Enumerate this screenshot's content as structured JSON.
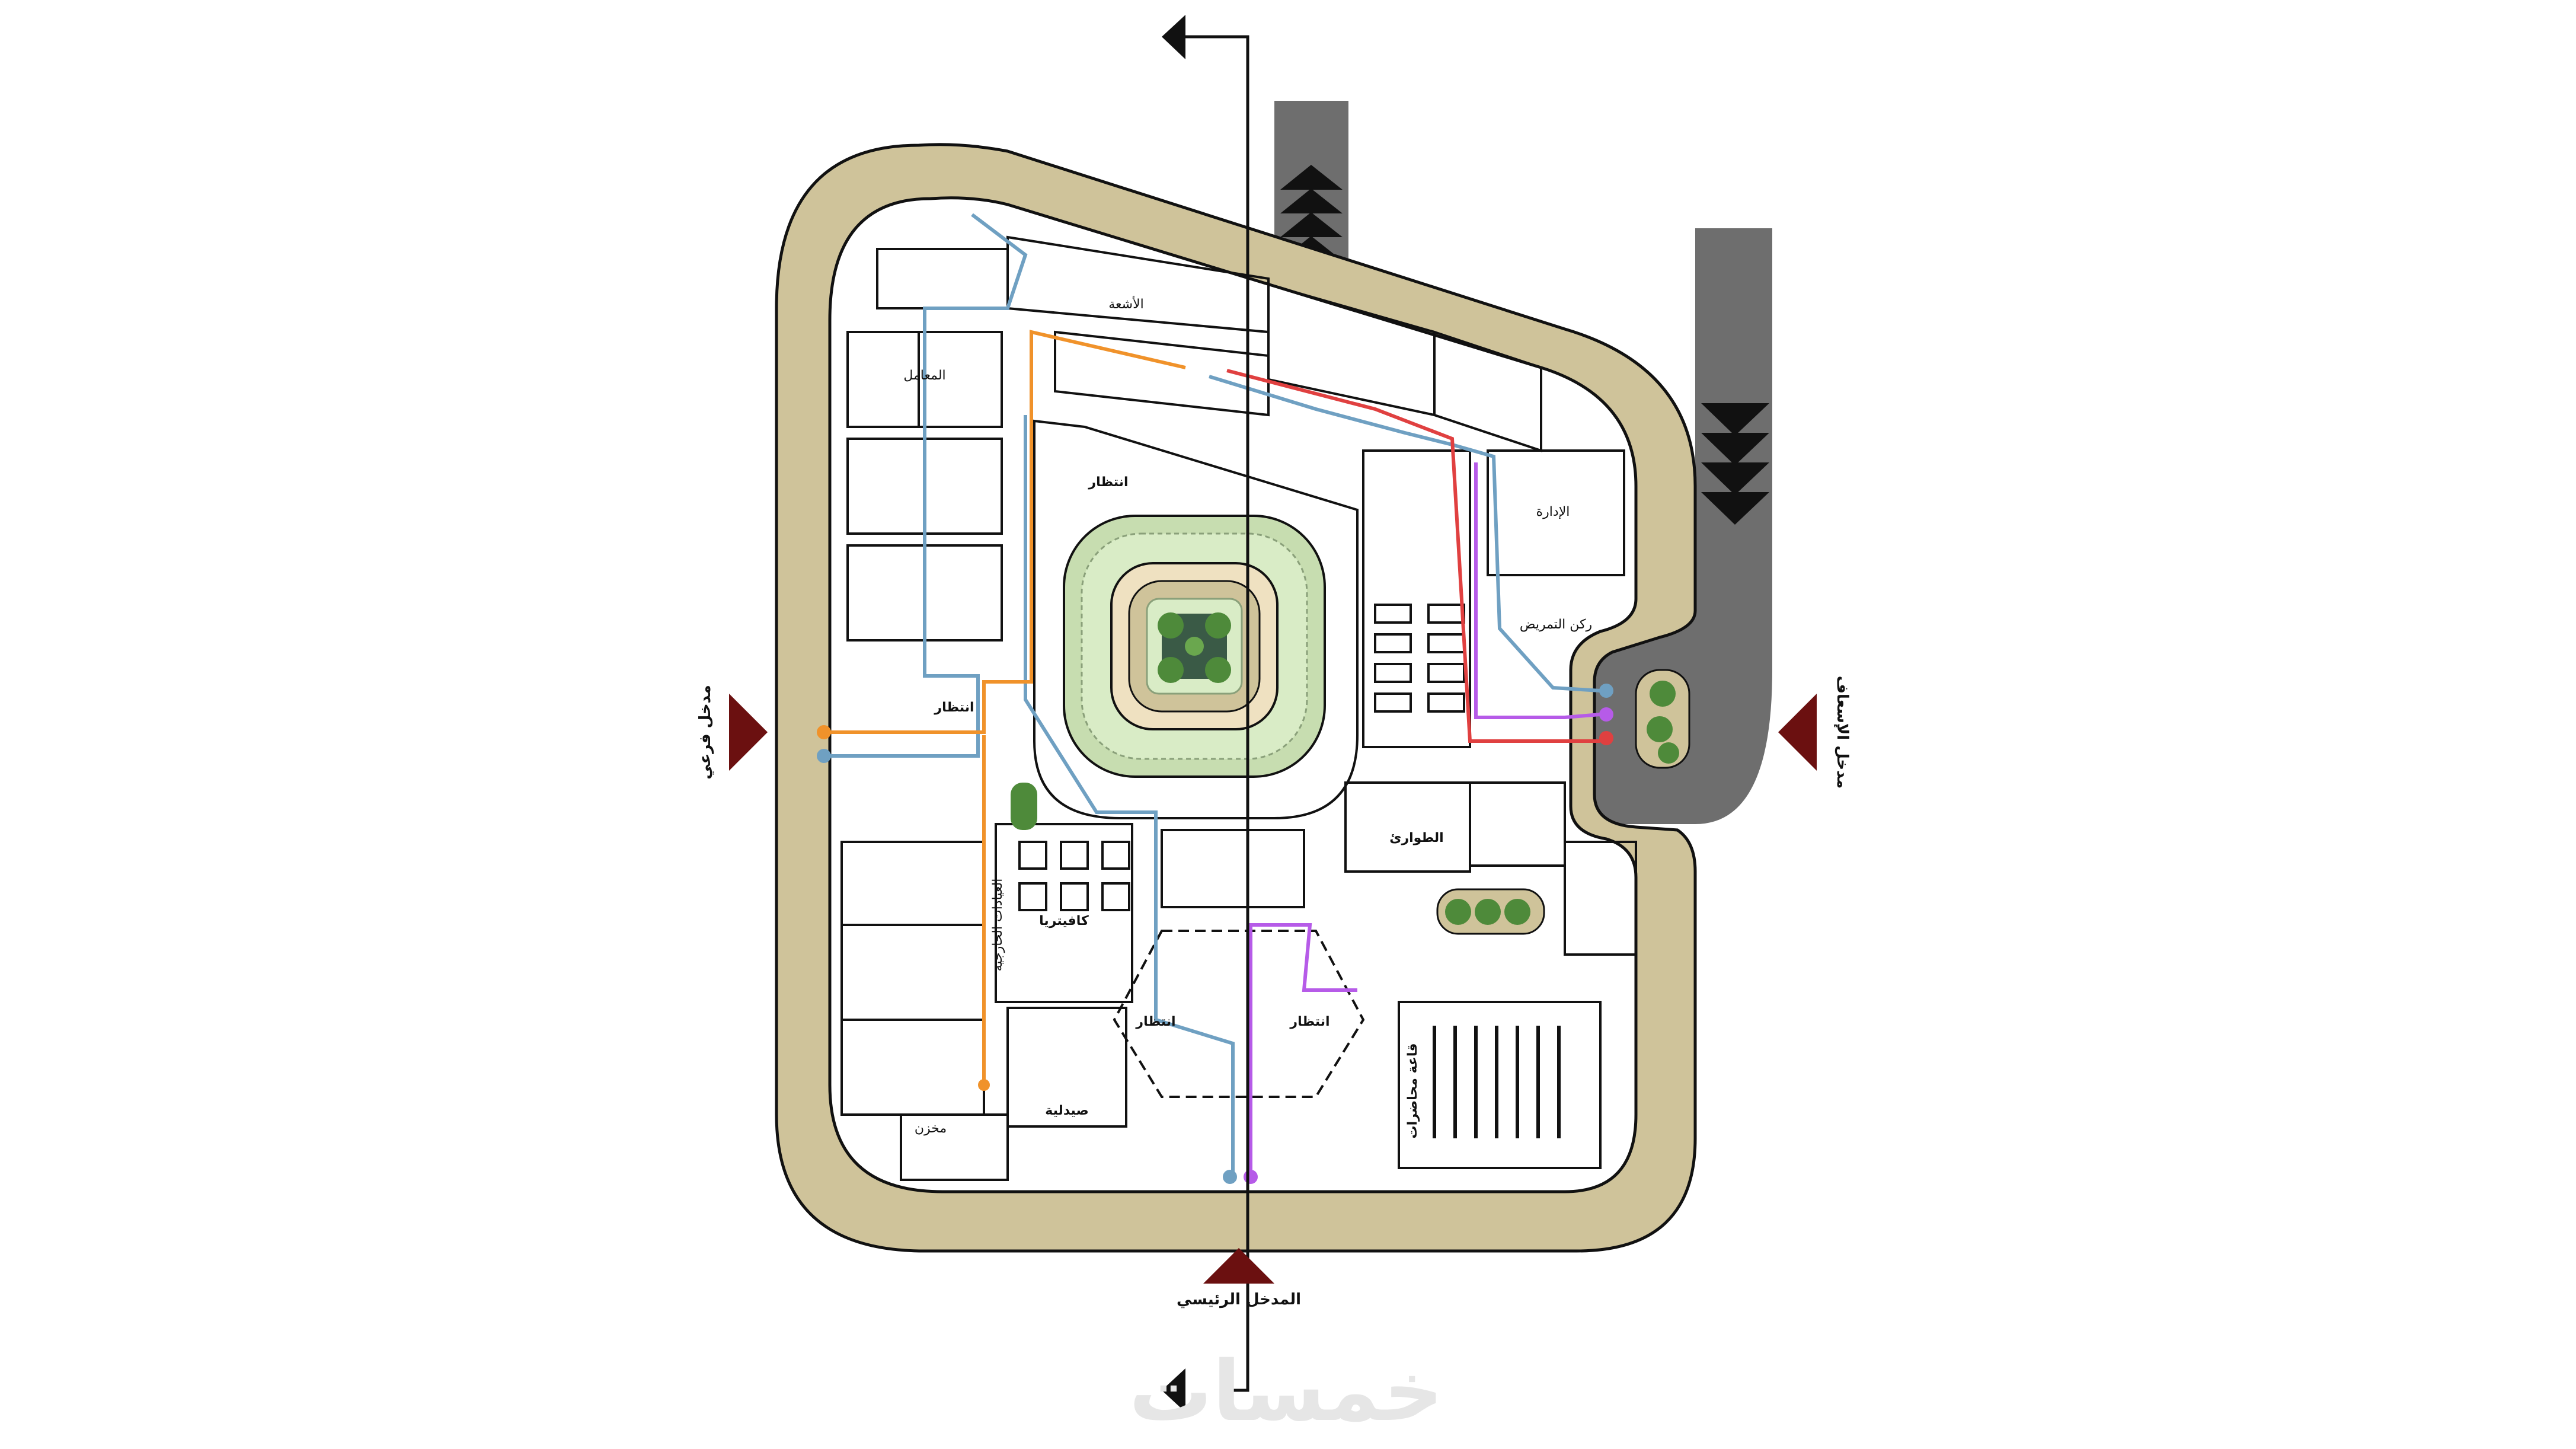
{
  "entrances": {
    "main": "المدخل الرئيسي",
    "ambulance": "مدخل الإسعاف",
    "secondary": "مدخل فرعي"
  },
  "zones": {
    "cafeteria": "كافيتريا",
    "waiting_left": "انتظار",
    "waiting_top": "انتظار",
    "waiting_bottom_left": "انتظار",
    "waiting_bottom_right": "انتظار",
    "pharmacy": "صيدلية",
    "emergency": "الطوارئ",
    "lecture_hall": "قاعة محاضرات",
    "labs": "المعامل",
    "radiology": "الأشعة",
    "clinics": "العيادات الخارجية",
    "administration": "الإدارة",
    "nurse_station": "ركن التمريض",
    "storage": "مخزن"
  },
  "watermark": "خمسات",
  "colors": {
    "ring_beige": "#cfc39a",
    "floor_white": "#ffffff",
    "wall": "#111111",
    "court_green_light": "#d9ecc6",
    "court_green_mid": "#c7ddb0",
    "court_band": "#efe1c1",
    "tree_green": "#4e8a3a",
    "road_gray": "#6e6e6e",
    "arrow_maroon": "#6b1010",
    "path_blue": "#6fa0c2",
    "path_orange": "#f0922a",
    "path_purple": "#b65be8",
    "path_red": "#e04040"
  }
}
